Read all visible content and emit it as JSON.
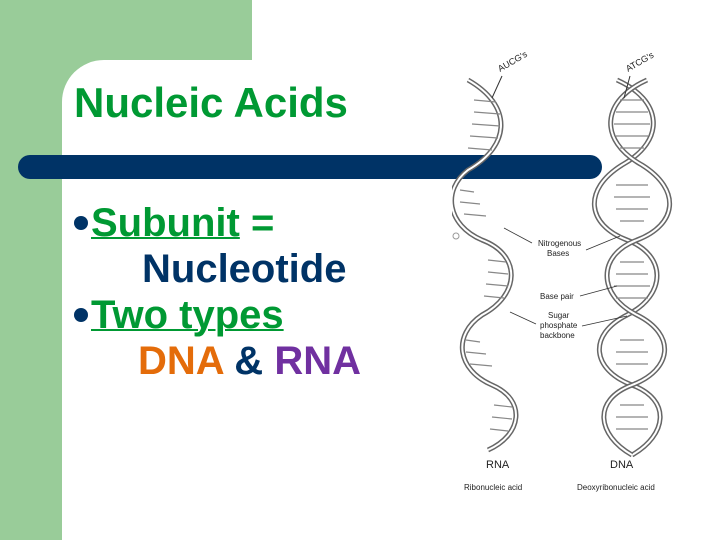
{
  "slide": {
    "title": "Nucleic Acids",
    "bullets": {
      "subunit_word": "Subunit",
      "subunit_equals": " =",
      "nucleotide": "Nucleotide",
      "two_types": "Two types",
      "dna": "DNA",
      "amp": " & ",
      "rna": "RNA"
    }
  },
  "diagram": {
    "labels": {
      "rna_bases": "AUCG's",
      "dna_bases": "ATCG's",
      "nitrogenous": "Nitrogenous",
      "bases": "Bases",
      "base_pair": "Base pair",
      "sugar": "Sugar",
      "phosphate": "phosphate",
      "backbone": "backbone",
      "rna": "RNA",
      "dna": "DNA",
      "ribonucleic": "Ribonucleic acid",
      "deoxyribonucleic": "Deoxyribonucleic acid"
    }
  },
  "colors": {
    "green_accent": "#99cc99",
    "title_green": "#009933",
    "navy": "#003366",
    "dna_orange": "#e46c0a",
    "rna_purple": "#7030a0"
  }
}
